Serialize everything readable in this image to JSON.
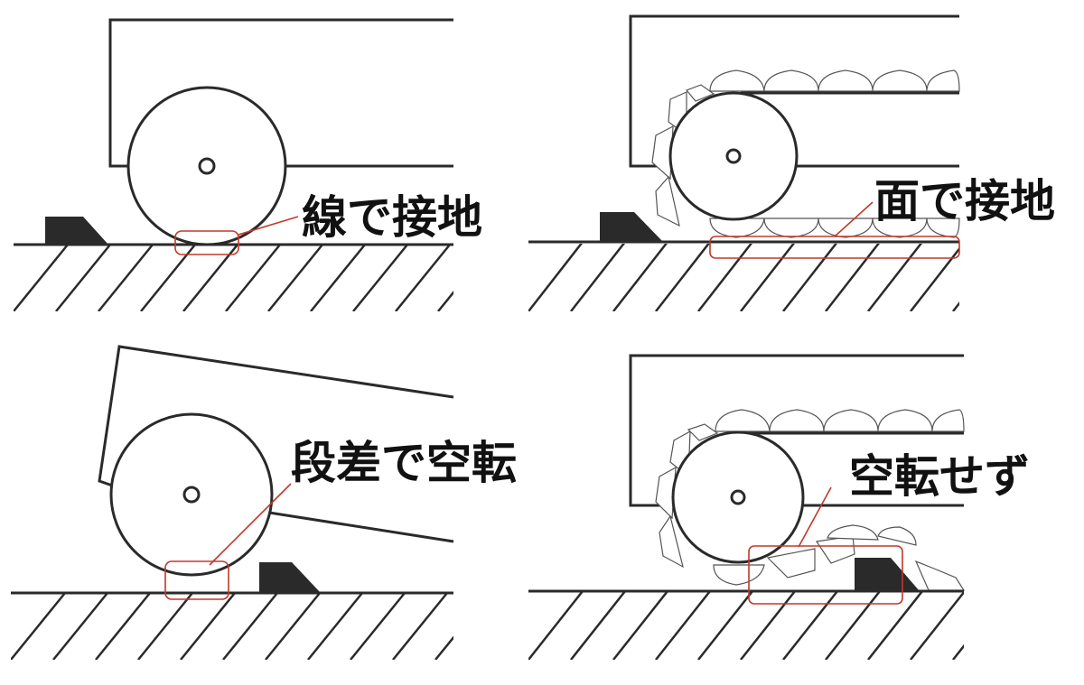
{
  "panels": {
    "wheel_flat": {
      "label": "線で接地"
    },
    "track_flat": {
      "label": "面で接地"
    },
    "wheel_step": {
      "label": "段差で空転"
    },
    "track_step": {
      "label": "空転せず"
    }
  },
  "colors": {
    "line": "#2a2a2a",
    "highlight": "#c0392b",
    "background": "#ffffff"
  }
}
